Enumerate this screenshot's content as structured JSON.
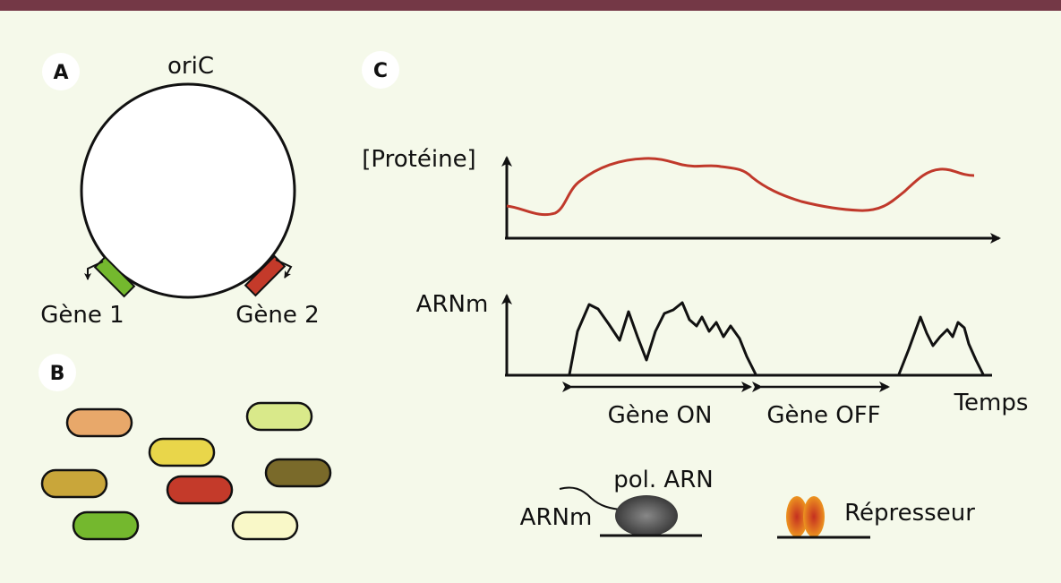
{
  "panels": {
    "a": {
      "badge": "A",
      "origin_label": "oriC",
      "gene1_label": "Gène 1",
      "gene2_label": "Gène 2",
      "gene1_color": "#74b82e",
      "gene2_color": "#c43a2a"
    },
    "b": {
      "badge": "B",
      "cell_colors": [
        "#e8a86a",
        "#d9e98a",
        "#e9d64a",
        "#c9a63a",
        "#7a6a2a",
        "#c43a2a",
        "#74b82e",
        "#f9f8c8"
      ]
    },
    "c": {
      "badge": "C",
      "protein_axis_label": "[Protéine]",
      "mrna_axis_label": "ARNm",
      "time_label": "Temps",
      "gene_on_label": "Gène ON",
      "gene_off_label": "Gène OFF",
      "legend": {
        "mrna_label": "ARNm",
        "polymerase_label": "pol. ARN",
        "repressor_label": "Répresseur"
      },
      "protein_curve_color": "#c0392b"
    }
  }
}
